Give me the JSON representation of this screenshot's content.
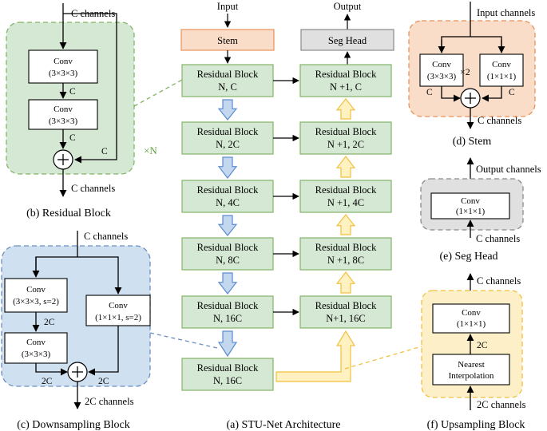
{
  "residual_panel": {
    "input_label": "C channels",
    "conv1_title": "Conv",
    "conv1_kernel": "(3×3×3)",
    "mid_channel": "C",
    "conv2_title": "Conv",
    "conv2_kernel": "(3×3×3)",
    "after_conv2_channel": "C",
    "skip_channel": "C",
    "repeat_label": "×N",
    "output_label": "C channels",
    "caption": "(b) Residual Block"
  },
  "down_panel": {
    "input_label": "C channels",
    "conv_a_title": "Conv",
    "conv_a_kernel": "(3×3×3, s=2)",
    "conv_a_out": "2C",
    "conv_b_title": "Conv",
    "conv_b_kernel": "(3×3×3)",
    "conv_b_out": "2C",
    "conv_skip_title": "Conv",
    "conv_skip_kernel": "(1×1×1, s=2)",
    "skip_out": "2C",
    "output_label": "2C channels",
    "caption": "(c) Downsampling Block"
  },
  "architecture": {
    "input_label": "Input",
    "stem_label": "Stem",
    "output_label": "Output",
    "seg_head_label": "Seg Head",
    "encoder": [
      {
        "line1": "Residual Block",
        "line2": "N, C"
      },
      {
        "line1": "Residual Block",
        "line2": "N, 2C"
      },
      {
        "line1": "Residual Block",
        "line2": "N, 4C"
      },
      {
        "line1": "Residual Block",
        "line2": "N, 8C"
      },
      {
        "line1": "Residual Block",
        "line2": "N, 16C"
      },
      {
        "line1": "Residual Block",
        "line2": "N, 16C"
      }
    ],
    "decoder": [
      {
        "line1": "Residual Block",
        "line2": "N +1, C"
      },
      {
        "line1": "Residual Block",
        "line2": "N +1, 2C"
      },
      {
        "line1": "Residual Block",
        "line2": "N +1, 4C"
      },
      {
        "line1": "Residual Block",
        "line2": "N +1, 8C"
      },
      {
        "line1": "Residual Block",
        "line2": "N+1, 16C"
      }
    ],
    "caption": "(a) STU-Net Architecture"
  },
  "stem_panel": {
    "input_label": "Input channels",
    "conv_a_title": "Conv",
    "conv_a_kernel": "(3×3×3)",
    "repeat_label": "×2",
    "conv_b_title": "Conv",
    "conv_b_kernel": "(1×1×1)",
    "left_channel": "C",
    "right_channel": "C",
    "output_label": "C channels",
    "caption": "(d) Stem"
  },
  "seghead_panel": {
    "output_label": "Output channels",
    "conv_title": "Conv",
    "conv_kernel": "(1×1×1)",
    "input_label": "C channels",
    "caption": "(e) Seg Head"
  },
  "up_panel": {
    "output_label": "C channels",
    "conv_title": "Conv",
    "conv_kernel": "(1×1×1)",
    "mid_channel": "2C",
    "interp_line1": "Nearest",
    "interp_line2": "Interpolation",
    "input_label": "2C channels",
    "caption": "(f) Upsampling Block"
  },
  "colors": {
    "green_fill": "#d5e8d4",
    "green_stroke": "#82b366",
    "green_text": "#60a040",
    "blue_fill": "#cfe0f0",
    "blue_stroke": "#6c8ebf",
    "orange_fill": "#f9ddc8",
    "orange_stroke": "#e8925a",
    "gray_fill": "#e0e0e0",
    "gray_stroke": "#8a8a8a",
    "yellow_fill": "#fdf0c8",
    "yellow_stroke": "#f0c040",
    "arrow_blue_fill": "#c3d8ef",
    "arrow_blue_stroke": "#5b8bd0",
    "arrow_yellow_fill": "#fff1c0",
    "arrow_yellow_stroke": "#f0c040"
  }
}
